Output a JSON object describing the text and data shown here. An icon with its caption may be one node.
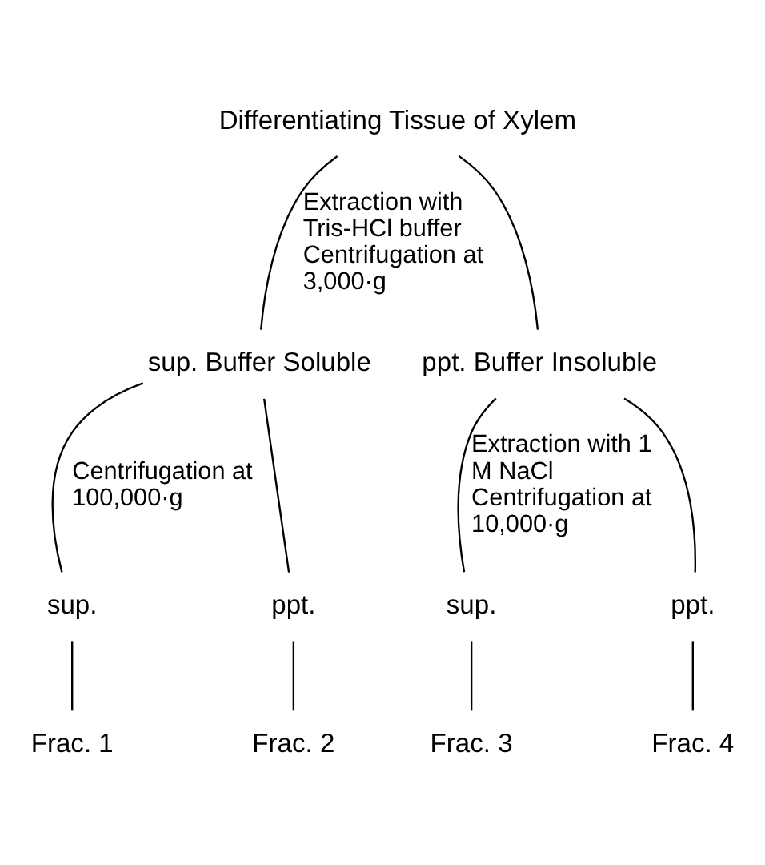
{
  "diagram": {
    "nodes": [
      {
        "text": [
          "Differentiating Tissue of Xylem"
        ]
      },
      {
        "text": [
          "sup. Buffer Soluble"
        ]
      },
      {
        "text": [
          "ppt. Buffer Insoluble"
        ]
      },
      {
        "text": [
          "sup."
        ]
      },
      {
        "text": [
          "ppt."
        ]
      },
      {
        "text": [
          "sup."
        ]
      },
      {
        "text": [
          "ppt."
        ]
      },
      {
        "text": [
          "Frac. 1"
        ]
      },
      {
        "text": [
          "Frac. 2"
        ]
      },
      {
        "text": [
          "Frac. 3"
        ]
      },
      {
        "text": [
          "Frac. 4"
        ]
      }
    ],
    "edges": [
      {
        "from": 0,
        "to": 1,
        "arrow": "none",
        "label": "Extraction with Tris-HCl buffer Centrifugation at 3,000·g"
      },
      {
        "from": 0,
        "to": 2,
        "arrow": "none"
      },
      {
        "from": 1,
        "to": 3,
        "arrow": "none",
        "label": "Centrifugation at 100,000·g"
      },
      {
        "from": 1,
        "to": 4,
        "arrow": "none"
      },
      {
        "from": 2,
        "to": 5,
        "arrow": "none",
        "label": "Extraction with 1 M NaCl Centrifugation at 10,000·g"
      },
      {
        "from": 2,
        "to": 6,
        "arrow": "none"
      },
      {
        "from": 3,
        "to": 7,
        "arrow": "none"
      },
      {
        "from": 4,
        "to": 8,
        "arrow": "none"
      },
      {
        "from": 5,
        "to": 9,
        "arrow": "none"
      },
      {
        "from": 6,
        "to": 10,
        "arrow": "none"
      }
    ]
  }
}
